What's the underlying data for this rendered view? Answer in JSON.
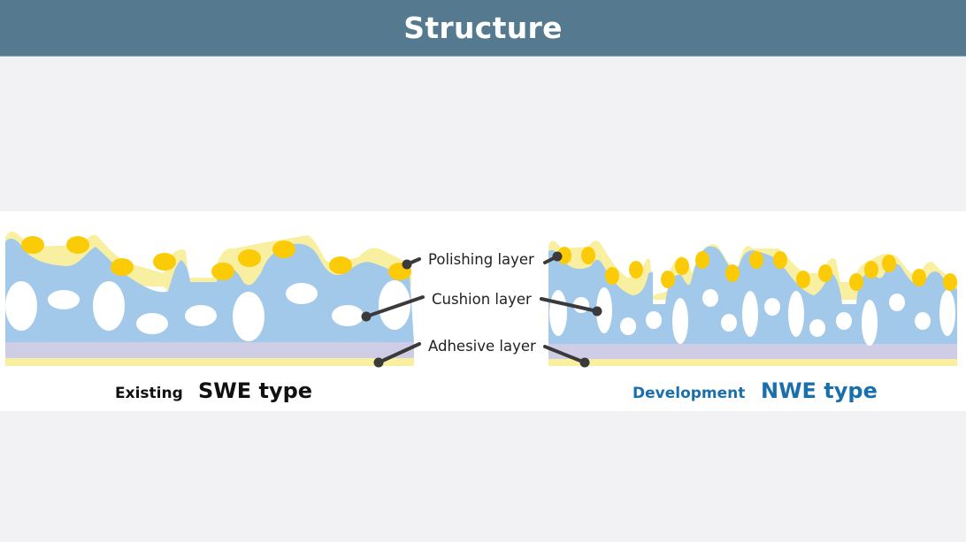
{
  "header": {
    "title": "Structure"
  },
  "labels": {
    "polishing": "Polishing layer",
    "cushion": "Cushion layer",
    "adhesive": "Adhesive layer"
  },
  "captions": {
    "left": {
      "prefix": "Existing",
      "name": "SWE type"
    },
    "right": {
      "prefix": "Development",
      "name": "NWE type"
    }
  },
  "colors": {
    "header_bg": "#557a8f",
    "cushion": "#a3c9ea",
    "polishing_coat": "#f8f0a0",
    "abrasive_particle": "#fccb07",
    "adhesive_top": "#cfcde6",
    "adhesive_bottom": "#f8f0a0",
    "leader_line": "#3a3a3a",
    "nwe_accent": "#1a6fad"
  }
}
